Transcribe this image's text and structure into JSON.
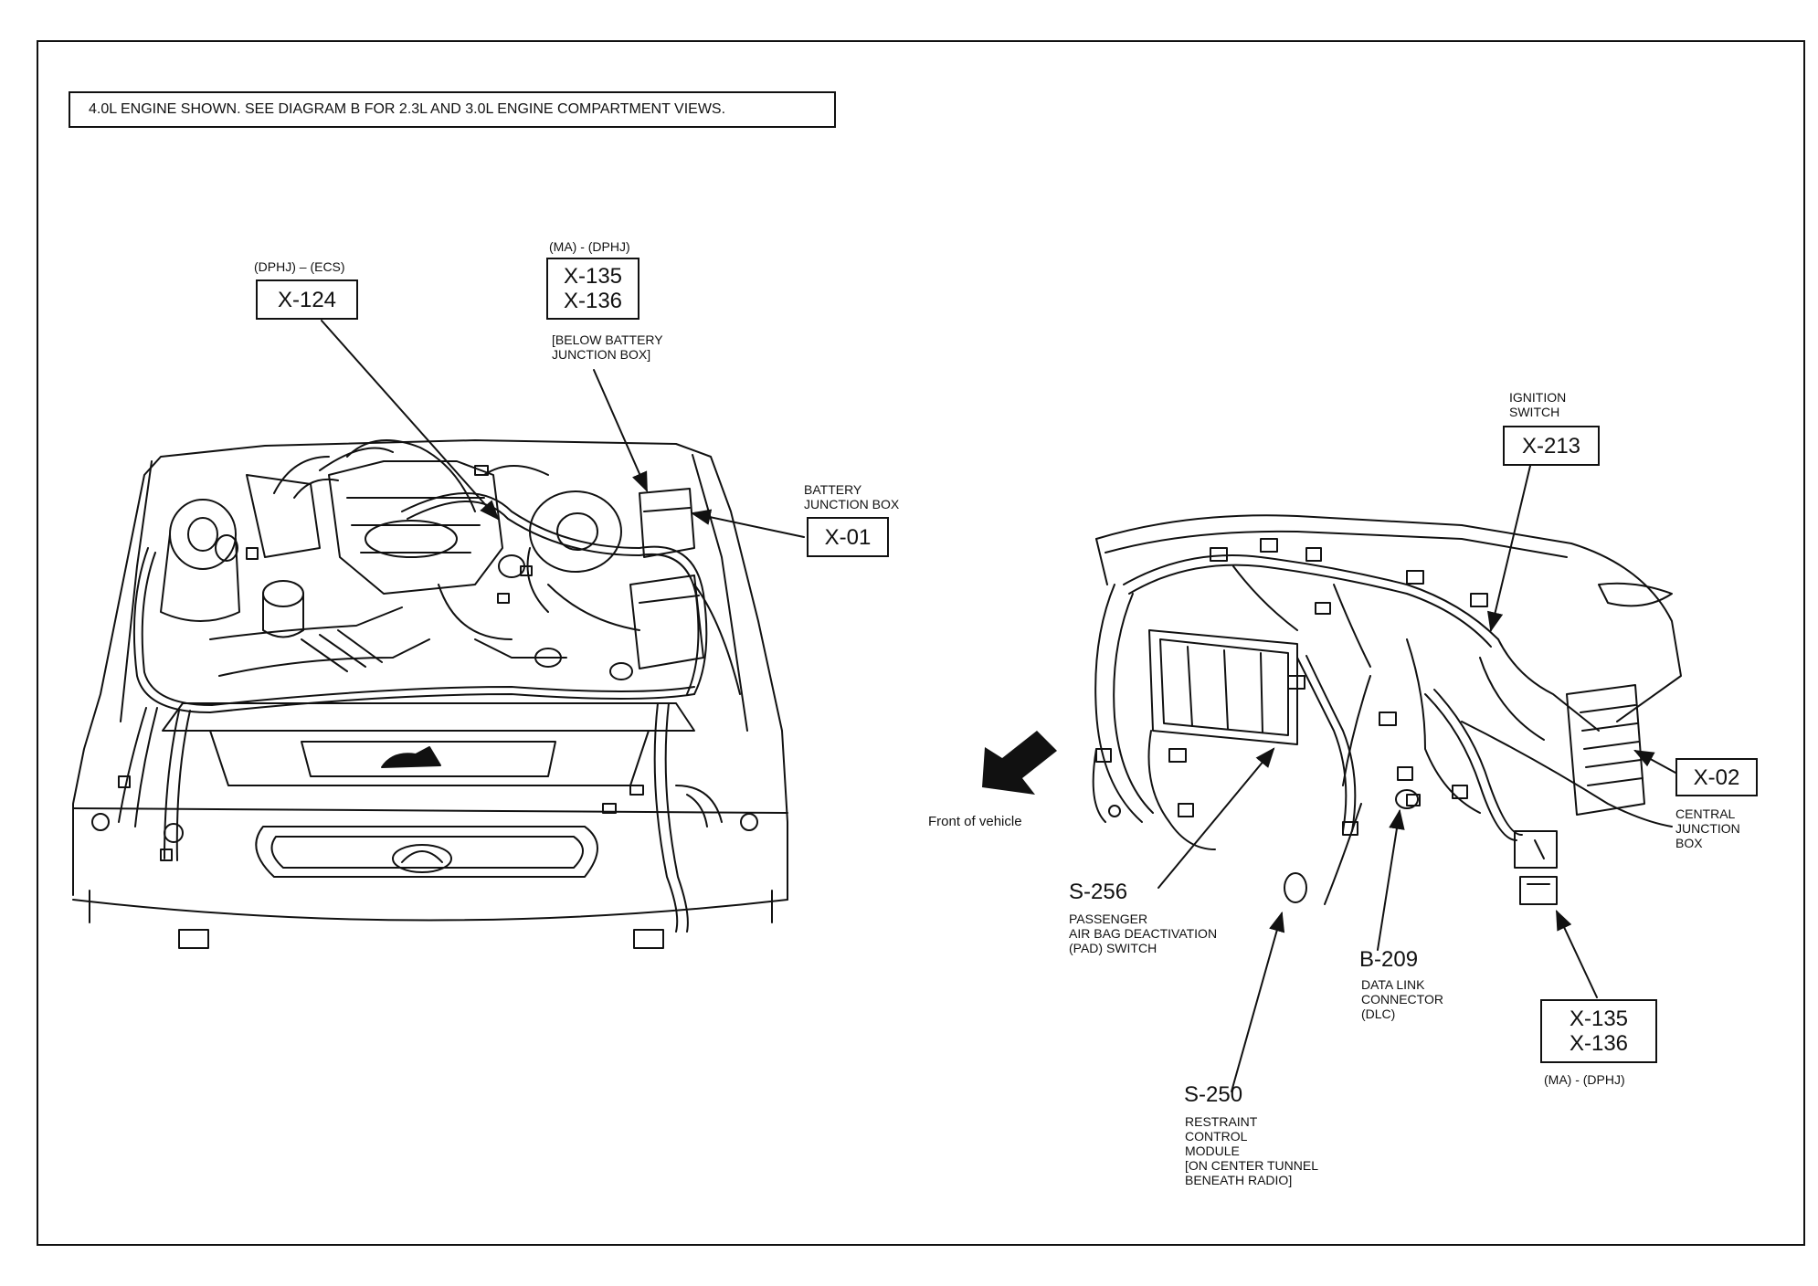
{
  "header_note": "4.0L ENGINE SHOWN. SEE DIAGRAM B FOR 2.3L AND 3.0L ENGINE COMPARTMENT VIEWS.",
  "engine": {
    "x124": {
      "qualifier": "(DPHJ) – (ECS)",
      "codes": [
        "X-124"
      ]
    },
    "x135_136": {
      "qualifier": "(MA) - (DPHJ)",
      "codes": [
        "X-135",
        "X-136"
      ],
      "location": [
        "[BELOW BATTERY",
        "JUNCTION BOX]"
      ]
    },
    "x01": {
      "label": [
        "BATTERY",
        "JUNCTION BOX"
      ],
      "codes": [
        "X-01"
      ]
    }
  },
  "dash": {
    "x213": {
      "label": [
        "IGNITION",
        "SWITCH"
      ],
      "codes": [
        "X-213"
      ]
    },
    "x02": {
      "codes": [
        "X-02"
      ],
      "label": [
        "CENTRAL",
        "JUNCTION",
        "BOX"
      ]
    },
    "s256": {
      "code": "S-256",
      "label": [
        "PASSENGER",
        "AIR BAG DEACTIVATION",
        "(PAD) SWITCH"
      ]
    },
    "b209": {
      "code": "B-209",
      "label": [
        "DATA LINK",
        "CONNECTOR",
        "(DLC)"
      ]
    },
    "x135_136": {
      "codes": [
        "X-135",
        "X-136"
      ],
      "qualifier": "(MA) - (DPHJ)"
    },
    "s250": {
      "code": "S-250",
      "label": [
        "RESTRAINT",
        "CONTROL",
        "MODULE",
        "[ON CENTER TUNNEL",
        "BENEATH RADIO]"
      ]
    },
    "front_label": "Front of vehicle"
  }
}
